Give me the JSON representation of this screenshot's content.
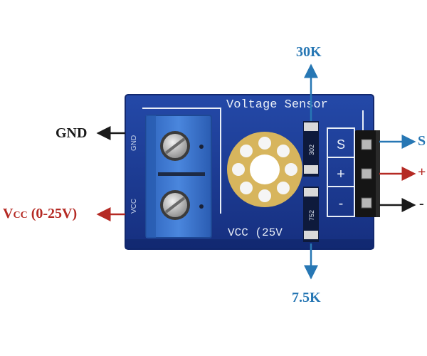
{
  "board": {
    "title": "Voltage Sensor",
    "vcc_silk": "VCC (25V",
    "resistor_top_code": "302",
    "resistor_bottom_code": "752",
    "pin_s": "S",
    "pin_plus": "+",
    "pin_minus": "-",
    "terminal_top_silk": "GND",
    "terminal_bottom_silk": "VCC"
  },
  "labels": {
    "r_top": "30K",
    "r_bottom": "7.5K",
    "gnd": "GND",
    "vcc_main": "V",
    "vcc_sub": "CC",
    "vcc_range": " (0-25V)",
    "s": "S",
    "plus": "+",
    "minus": "-"
  },
  "colors": {
    "pcb": "#1c3f9a",
    "pcb_edge": "#14307e",
    "terminal": "#3a74cf",
    "label_blue": "#2777b4",
    "label_red": "#b52a24",
    "label_black": "#1a1a1a",
    "gold": "#d7b55d"
  }
}
